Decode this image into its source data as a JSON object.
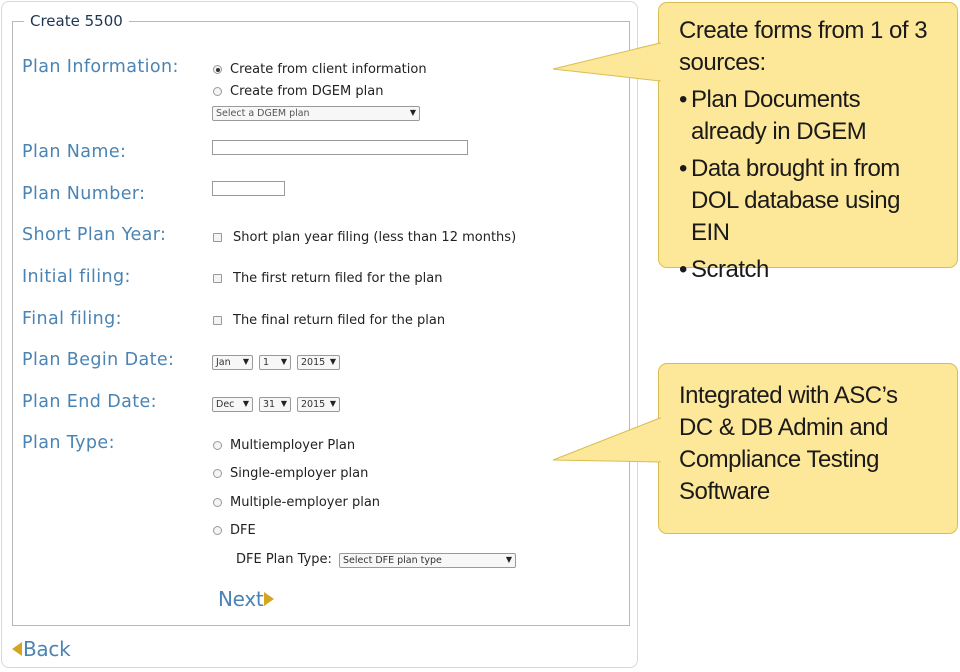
{
  "form": {
    "title": "Create 5500",
    "plan_information": {
      "label": "Plan Information:",
      "options": [
        "Create from client information",
        "Create from DGEM plan"
      ],
      "selected_index": 0,
      "dgem_select": "Select a DGEM plan"
    },
    "plan_name": {
      "label": "Plan Name:",
      "value": ""
    },
    "plan_number": {
      "label": "Plan Number:",
      "value": ""
    },
    "short_plan_year": {
      "label": "Short Plan Year:",
      "checkbox": "Short plan year filing (less than 12 months)",
      "checked": false
    },
    "initial_filing": {
      "label": "Initial filing:",
      "checkbox": "The first return filed for the plan",
      "checked": false
    },
    "final_filing": {
      "label": "Final filing:",
      "checkbox": "The final return filed for the plan",
      "checked": false
    },
    "plan_begin_date": {
      "label": "Plan Begin Date:",
      "month": "Jan",
      "day": "1",
      "year": "2015"
    },
    "plan_end_date": {
      "label": "Plan End Date:",
      "month": "Dec",
      "day": "31",
      "year": "2015"
    },
    "plan_type": {
      "label": "Plan Type:",
      "options": [
        "Multiemployer Plan",
        "Single-employer plan",
        "Multiple-employer plan",
        "DFE"
      ],
      "dfe_label": "DFE Plan Type:",
      "dfe_select": "Select DFE plan type"
    },
    "next_label": "Next",
    "back_label": "Back"
  },
  "callouts": {
    "sources": {
      "heading": "Create forms from 1 of 3 sources:",
      "bullets": [
        "Plan Documents already in DGEM",
        "Data brought in from DOL database using EIN",
        "Scratch"
      ]
    },
    "integration": {
      "text": "Integrated with ASC’s DC & DB Admin and Compliance Testing Software"
    }
  },
  "colors": {
    "label_blue": "#4a84b4",
    "callout_fill": "#fde89a",
    "arrow_gold": "#d4a520"
  }
}
